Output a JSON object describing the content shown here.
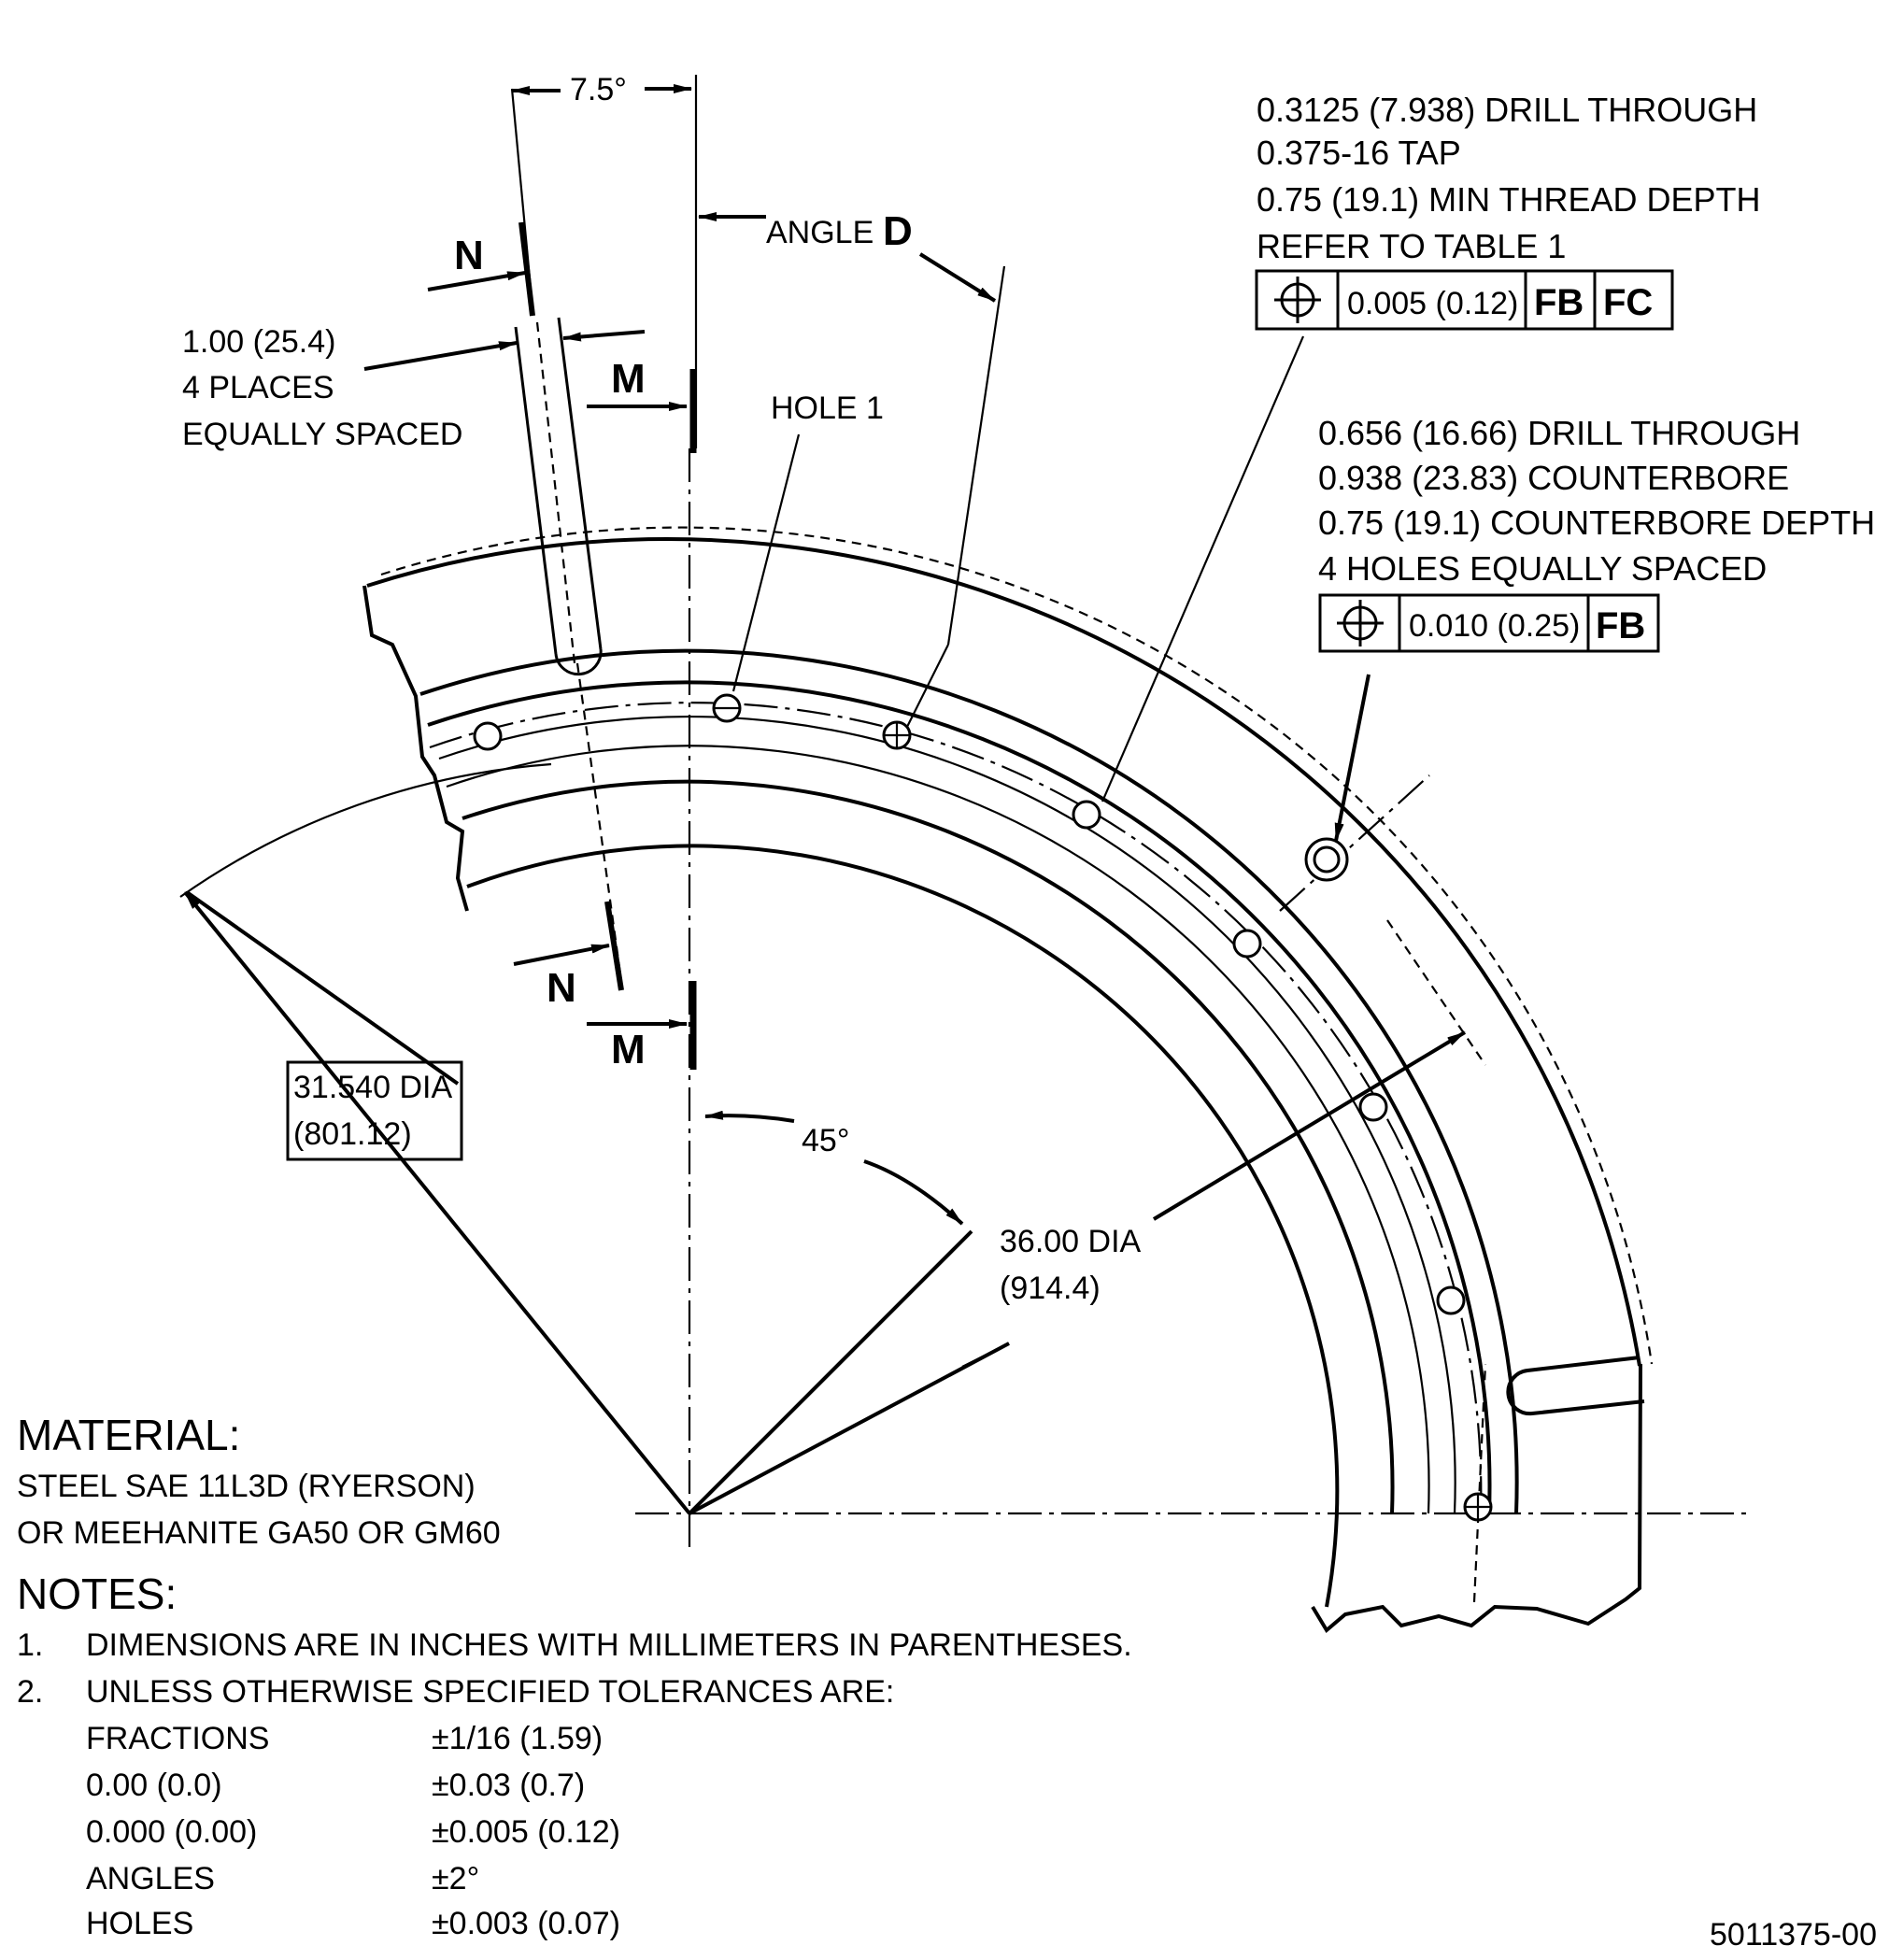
{
  "dimensions": {
    "angle_7_5": "7.5°",
    "angle_d_label": "ANGLE",
    "angle_d_letter": "D",
    "slot_width": {
      "line1": "1.00 (25.4)",
      "line2": "4 PLACES",
      "line3": "EQUALLY SPACED"
    },
    "hole1_label": "HOLE 1",
    "inner_dia": {
      "line1": "31.540 DIA",
      "line2": "(801.12)"
    },
    "angle_45": "45°",
    "bolt_dia": {
      "line1": "36.00 DIA",
      "line2": "(914.4)"
    }
  },
  "section_markers": {
    "n": "N",
    "m": "M"
  },
  "tapped_hole_callout": {
    "lines": [
      "0.3125 (7.938) DRILL THROUGH",
      "0.375-16 TAP",
      "0.75 (19.1) MIN THREAD DEPTH",
      "REFER TO TABLE 1"
    ],
    "fcf": {
      "symbol": "position-icon",
      "tolerance": "0.005 (0.12)",
      "datum1": "FB",
      "datum2": "FC"
    }
  },
  "counterbore_callout": {
    "lines": [
      "0.656 (16.66) DRILL THROUGH",
      "0.938 (23.83) COUNTERBORE",
      "0.75 (19.1) COUNTERBORE  DEPTH",
      "4 HOLES EQUALLY SPACED"
    ],
    "fcf": {
      "symbol": "position-icon",
      "tolerance": "0.010 (0.25)",
      "datum1": "FB"
    }
  },
  "material": {
    "heading": "MATERIAL:",
    "line1": "STEEL SAE 11L3D (RYERSON)",
    "line2": "OR MEEHANITE GA50 OR GM60"
  },
  "notes": {
    "heading": "NOTES:",
    "items": [
      {
        "num": "1.",
        "text": "DIMENSIONS ARE IN INCHES WITH MILLIMETERS IN PARENTHESES."
      },
      {
        "num": "2.",
        "text": "UNLESS OTHERWISE SPECIFIED TOLERANCES ARE:"
      }
    ],
    "tolerances": [
      {
        "label": "FRACTIONS",
        "value": "±1/16 (1.59)"
      },
      {
        "label": "0.00 (0.0)",
        "value": "±0.03 (0.7)"
      },
      {
        "label": "0.000 (0.00)",
        "value": "±0.005 (0.12)"
      },
      {
        "label": "ANGLES",
        "value": "±2°"
      },
      {
        "label": "HOLES",
        "value": "±0.003 (0.07)"
      }
    ]
  },
  "drawing_number": "5011375-00"
}
